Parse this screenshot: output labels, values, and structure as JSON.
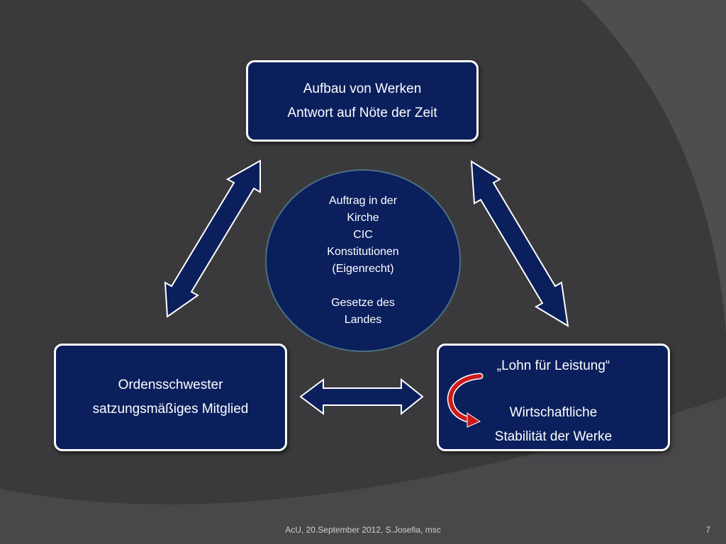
{
  "colors": {
    "background": "#3a3a3c",
    "box_fill": "#0a1f5c",
    "box_border": "#ffffff",
    "curved_arrow": "#cc1a1a"
  },
  "boxes": {
    "top": {
      "line1": "Aufbau von Werken",
      "line2": "Antwort auf Nöte der Zeit"
    },
    "left": {
      "line1": "Ordensschwester",
      "line2": "satzungsmäßiges Mitglied"
    },
    "right": {
      "line1": "„Lohn für Leistung“",
      "line2": "Wirtschaftliche",
      "line3": "Stabilität der Werke"
    }
  },
  "center": {
    "lines": [
      "Auftrag in der",
      "Kirche",
      "CIC",
      "Konstitutionen",
      "(Eigenrecht)"
    ],
    "lines2": [
      "Gesetze des",
      "Landes"
    ]
  },
  "footer": {
    "text": "AcU, 20.September 2012, S.Josefia, msc",
    "page": "7"
  }
}
